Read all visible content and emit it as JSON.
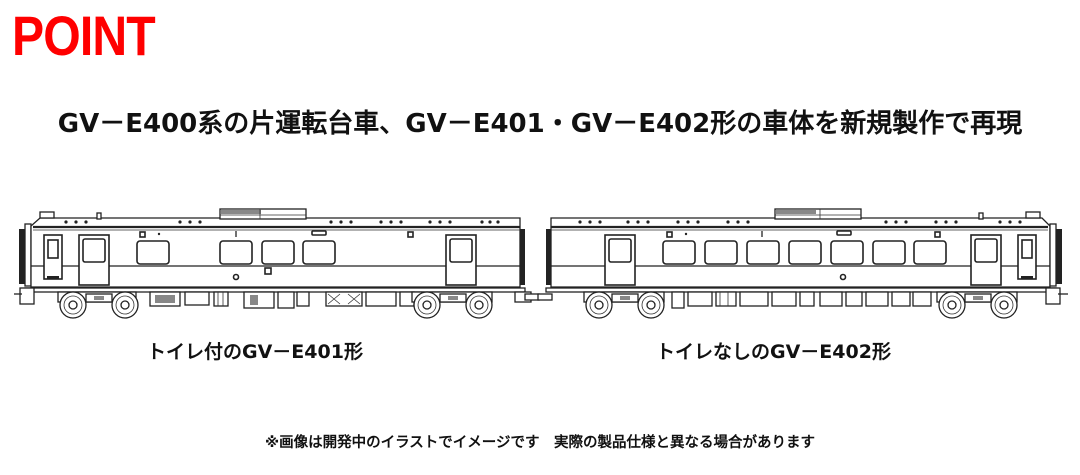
{
  "badge": {
    "label": "POINT",
    "color": "#ff0000"
  },
  "headline": "GV－E400系の片運転台車、GV－E401・GV－E402形の車体を新規製作で再現",
  "cars": [
    {
      "id": "gv-e401",
      "caption": "トイレ付のGV－E401形",
      "side_windows": 4,
      "side_doors": 2,
      "toilet": true
    },
    {
      "id": "gv-e402",
      "caption": "トイレなしのGV－E402形",
      "side_windows": 7,
      "side_doors": 2,
      "toilet": false
    }
  ],
  "disclaimer": "※画像は開発中のイラストでイメージです　実際の製品仕様と異なる場合があります",
  "colors": {
    "text": "#111111",
    "line_art": "#222222",
    "background": "#ffffff"
  }
}
